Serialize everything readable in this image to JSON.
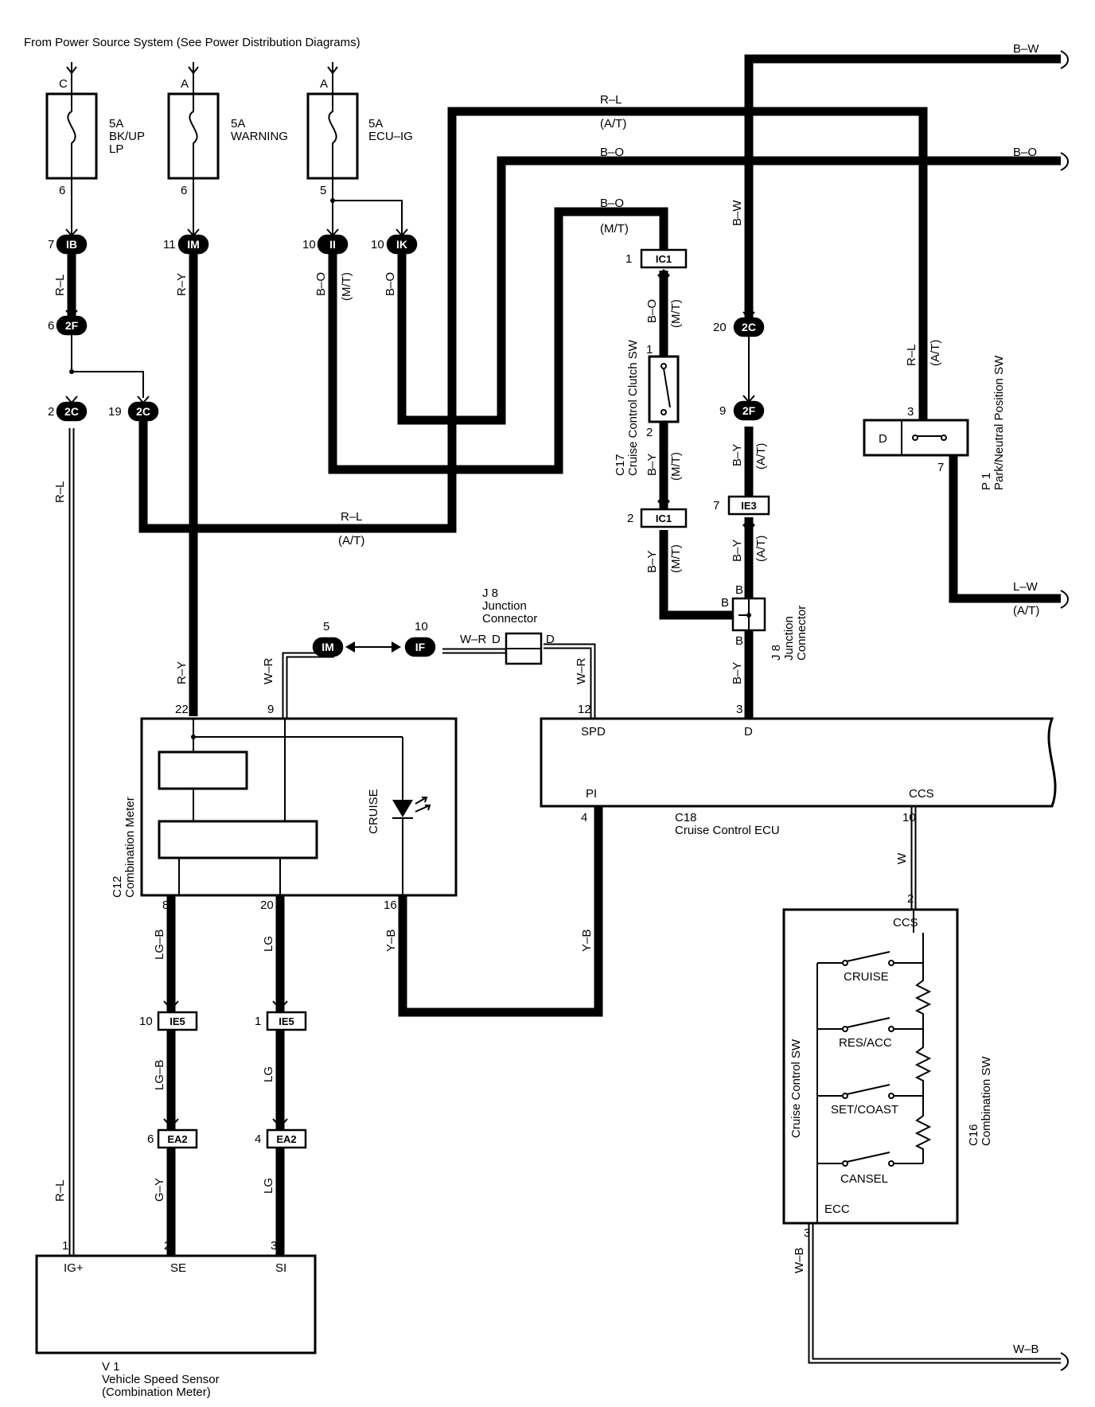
{
  "header": {
    "source_note": "From Power Source System (See Power Distribution Diagrams)"
  },
  "fuses": [
    {
      "terminal_in": "C",
      "rating": "5A",
      "name_line1": "BK/UP",
      "name_line2": "LP",
      "terminal_out": "6"
    },
    {
      "terminal_in": "A",
      "rating": "5A",
      "name_line1": "WARNING",
      "name_line2": "",
      "terminal_out": "6"
    },
    {
      "terminal_in": "A",
      "rating": "5A",
      "name_line1": "ECU–IG",
      "name_line2": "",
      "terminal_out": "5"
    }
  ],
  "connectors": {
    "ib": {
      "id": "IB",
      "pin": "7"
    },
    "im_top": {
      "id": "IM",
      "pin": "11"
    },
    "ii": {
      "id": "II",
      "pin": "10"
    },
    "ik": {
      "id": "IK",
      "pin": "10"
    },
    "f2_left": {
      "id": "2F",
      "pin": "6"
    },
    "c2_a": {
      "id": "2C",
      "pin": "2"
    },
    "c2_b": {
      "id": "2C",
      "pin": "19"
    },
    "c2_right": {
      "id": "2C",
      "pin": "20"
    },
    "f2_right": {
      "id": "2F",
      "pin": "9"
    },
    "ic1_top": {
      "id": "IC1",
      "pin": "1"
    },
    "ic1_bot": {
      "id": "IC1",
      "pin": "2"
    },
    "ie3": {
      "id": "IE3",
      "pin": "7"
    },
    "im_mid": {
      "id": "IM",
      "pin": "5"
    },
    "if_mid": {
      "id": "IF",
      "pin": "10"
    },
    "ie5_a": {
      "id": "IE5",
      "pin": "10"
    },
    "ie5_b": {
      "id": "IE5",
      "pin": "1"
    },
    "ea2_a": {
      "id": "EA2",
      "pin": "6"
    },
    "ea2_b": {
      "id": "EA2",
      "pin": "4"
    }
  },
  "wires": {
    "b_w": "B–W",
    "b_o": "B–O",
    "r_l": "R–L",
    "r_y": "R–Y",
    "b_y": "B–Y",
    "w_r": "W–R",
    "l_w": "L–W",
    "y_b": "Y–B",
    "lg_b": "LG–B",
    "lg": "LG",
    "g_y": "G–Y",
    "w": "W",
    "w_b": "W–B",
    "at": "(A/T)",
    "mt": "(M/T)"
  },
  "components": {
    "c17": {
      "code": "C17",
      "name": "Cruise Control Clutch SW",
      "pin_top": "1",
      "pin_bottom": "2"
    },
    "p1": {
      "code": "P 1",
      "name": "Park/Neutral Position SW",
      "contact": "D",
      "pin_top": "3",
      "pin_bottom": "7"
    },
    "j8_left": {
      "code": "J 8",
      "line1": "Junction",
      "line2": "Connector",
      "pin_left": "D",
      "pin_right": "D"
    },
    "j8_right": {
      "code": "J 8",
      "line1": "Junction",
      "line2": "Connector",
      "pin": "B"
    },
    "c12": {
      "code": "C12",
      "name": "Combination Meter",
      "lamp": "CRUISE",
      "pin_22": "22",
      "pin_9": "9",
      "pin_8": "8",
      "pin_20": "20",
      "pin_16": "16"
    },
    "c18": {
      "code": "C18",
      "name": "Cruise Control ECU",
      "spd": "SPD",
      "d": "D",
      "pi": "PI",
      "ccs": "CCS",
      "pin_12": "12",
      "pin_3": "3",
      "pin_4": "4",
      "pin_10": "10"
    },
    "c16": {
      "code": "C16",
      "name": "Combination SW",
      "inner": "Cruise Control SW",
      "ccs": "CCS",
      "ecc": "ECC",
      "pin_2": "2",
      "pin_3": "3",
      "switches": [
        "CRUISE",
        "RES/ACC",
        "SET/COAST",
        "CANSEL"
      ]
    },
    "v1": {
      "code": "V 1",
      "name": "Vehicle Speed Sensor",
      "sub": "(Combination Meter)",
      "ig": "IG+",
      "se": "SE",
      "si": "SI",
      "pin_1": "1",
      "pin_2": "2",
      "pin_3": "3"
    }
  }
}
